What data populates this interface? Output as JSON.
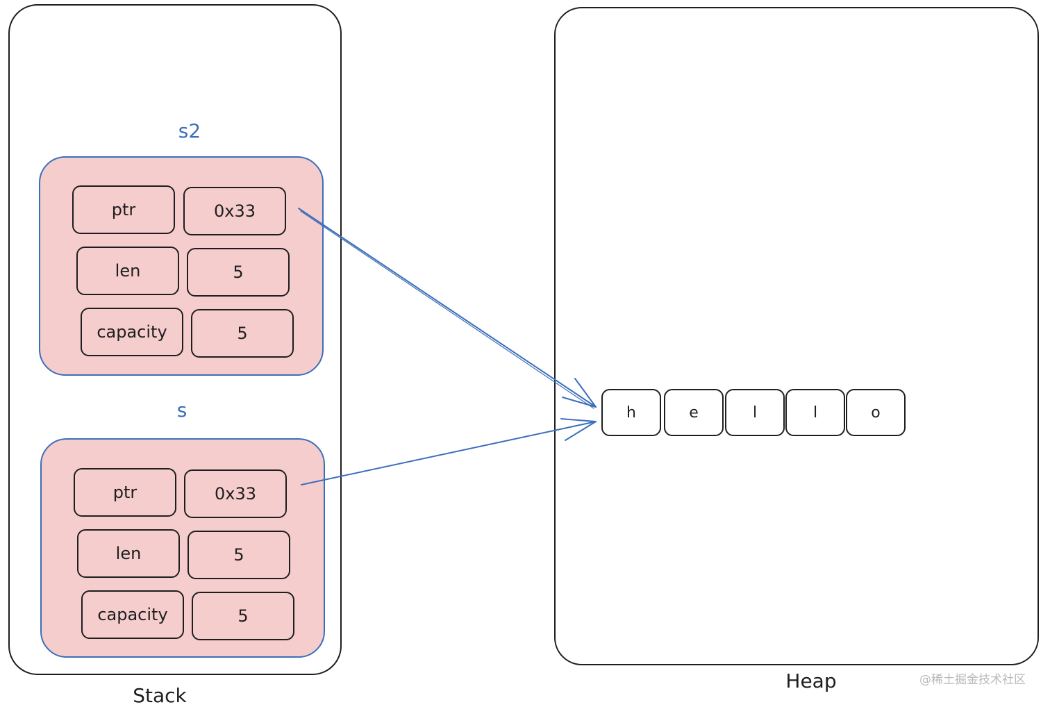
{
  "stack": {
    "label": "Stack",
    "variables": [
      {
        "name": "s2",
        "fields": [
          {
            "key": "ptr",
            "value": "0x33"
          },
          {
            "key": "len",
            "value": "5"
          },
          {
            "key": "capacity",
            "value": "5"
          }
        ]
      },
      {
        "name": "s",
        "fields": [
          {
            "key": "ptr",
            "value": "0x33"
          },
          {
            "key": "len",
            "value": "5"
          },
          {
            "key": "capacity",
            "value": "5"
          }
        ]
      }
    ]
  },
  "heap": {
    "label": "Heap",
    "bytes": [
      "h",
      "e",
      "l",
      "l",
      "o"
    ]
  },
  "watermark": "@稀土掘金技术社区",
  "colors": {
    "group_fill": "#f6cdcd",
    "accent_blue": "#3b6ebb",
    "stroke": "#1e1e1e"
  }
}
